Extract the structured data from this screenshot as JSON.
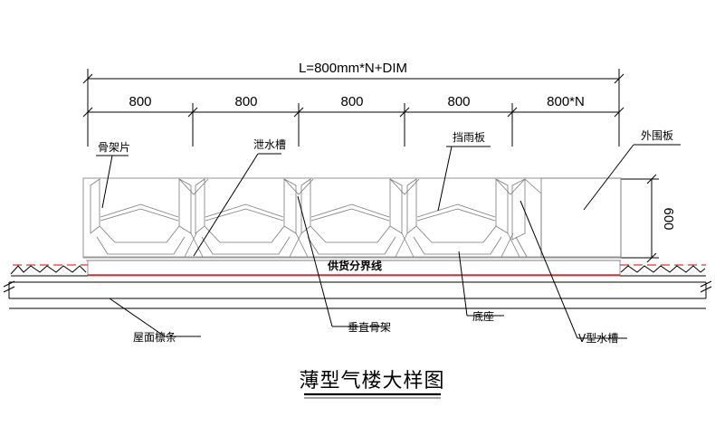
{
  "colors": {
    "line": "#000000",
    "gray": "#7a7a7a",
    "red": "#e00000",
    "background": "#ffffff"
  },
  "dimensions": {
    "total": "L=800mm*N+DIM",
    "segments": [
      "800",
      "800",
      "800",
      "800",
      "800*N"
    ],
    "height": "600"
  },
  "labels": {
    "frame_piece": "骨架片",
    "drain_gutter": "泄水槽",
    "rain_baffle": "挡雨板",
    "outer_panel": "外围板",
    "supply_boundary": "供货分界线",
    "roof_purlin": "屋面檩条",
    "vertical_frame": "垂直骨架",
    "base": "底座",
    "v_gutter": "V型水槽"
  },
  "title": "薄型气楼大样图"
}
